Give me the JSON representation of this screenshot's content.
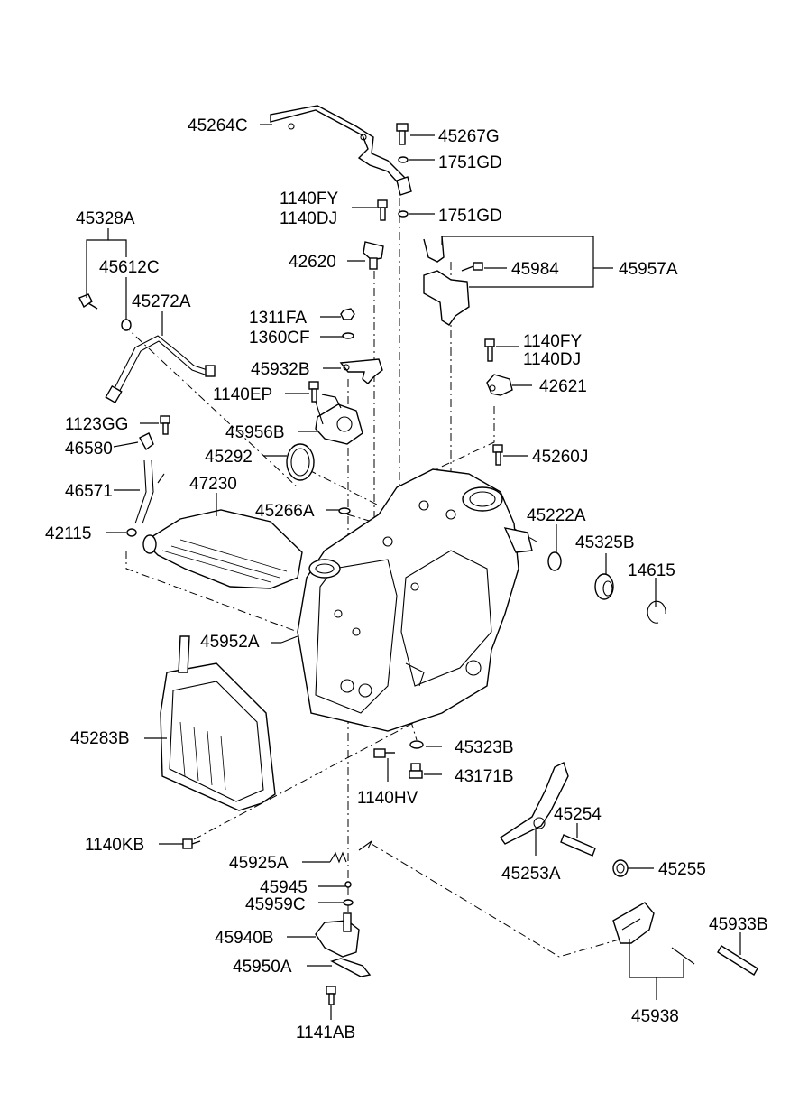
{
  "parts": [
    {
      "id": "45264C",
      "label": "45264C"
    },
    {
      "id": "45267G",
      "label": "45267G"
    },
    {
      "id": "1751GD_a",
      "label": "1751GD"
    },
    {
      "id": "1140FY_a",
      "label": "1140FY"
    },
    {
      "id": "1140DJ_a",
      "label": "1140DJ"
    },
    {
      "id": "1751GD_b",
      "label": "1751GD"
    },
    {
      "id": "45328A",
      "label": "45328A"
    },
    {
      "id": "45612C",
      "label": "45612C"
    },
    {
      "id": "42620",
      "label": "42620"
    },
    {
      "id": "45984",
      "label": "45984"
    },
    {
      "id": "45957A",
      "label": "45957A"
    },
    {
      "id": "45272A",
      "label": "45272A"
    },
    {
      "id": "1311FA",
      "label": "1311FA"
    },
    {
      "id": "1360CF",
      "label": "1360CF"
    },
    {
      "id": "1140FY_b",
      "label": "1140FY"
    },
    {
      "id": "1140DJ_b",
      "label": "1140DJ"
    },
    {
      "id": "45932B",
      "label": "45932B"
    },
    {
      "id": "42621",
      "label": "42621"
    },
    {
      "id": "1140EP",
      "label": "1140EP"
    },
    {
      "id": "1123GG",
      "label": "1123GG"
    },
    {
      "id": "45956B",
      "label": "45956B"
    },
    {
      "id": "46580",
      "label": "46580"
    },
    {
      "id": "45292",
      "label": "45292"
    },
    {
      "id": "45260J",
      "label": "45260J"
    },
    {
      "id": "46571",
      "label": "46571"
    },
    {
      "id": "47230",
      "label": "47230"
    },
    {
      "id": "45266A",
      "label": "45266A"
    },
    {
      "id": "45222A",
      "label": "45222A"
    },
    {
      "id": "42115",
      "label": "42115"
    },
    {
      "id": "45325B",
      "label": "45325B"
    },
    {
      "id": "14615",
      "label": "14615"
    },
    {
      "id": "45952A",
      "label": "45952A"
    },
    {
      "id": "45283B",
      "label": "45283B"
    },
    {
      "id": "45323B",
      "label": "45323B"
    },
    {
      "id": "43171B",
      "label": "43171B"
    },
    {
      "id": "1140HV",
      "label": "1140HV"
    },
    {
      "id": "45254",
      "label": "45254"
    },
    {
      "id": "1140KB",
      "label": "1140KB"
    },
    {
      "id": "45925A",
      "label": "45925A"
    },
    {
      "id": "45253A",
      "label": "45253A"
    },
    {
      "id": "45255",
      "label": "45255"
    },
    {
      "id": "45945",
      "label": "45945"
    },
    {
      "id": "45959C",
      "label": "45959C"
    },
    {
      "id": "45933B",
      "label": "45933B"
    },
    {
      "id": "45940B",
      "label": "45940B"
    },
    {
      "id": "45950A",
      "label": "45950A"
    },
    {
      "id": "45938",
      "label": "45938"
    },
    {
      "id": "1141AB",
      "label": "1141AB"
    }
  ]
}
